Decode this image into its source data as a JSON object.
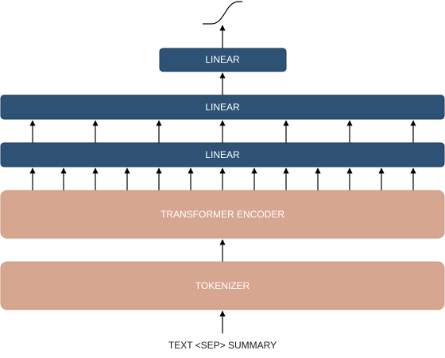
{
  "diagram": {
    "output_label": "LINEAR",
    "middle_label": "LINEAR",
    "lower_label": "LINEAR",
    "encoder_label": "TRANSFORMER ENCODER",
    "tokenizer_label": "TOKENIZER",
    "input_text": "TEXT <SEP> SUMMARY"
  },
  "colors": {
    "linear_fill": "#2d5275",
    "linear_stroke": "#1f3a56",
    "encoder_fill": "#d6a690",
    "encoder_stroke": "#cc9880",
    "arrow": "#000000"
  }
}
